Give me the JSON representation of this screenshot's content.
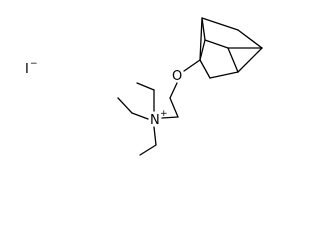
{
  "molecule": {
    "counterion": {
      "symbol": "I",
      "charge": "−"
    },
    "nitrogen": {
      "symbol": "N",
      "charge": "+"
    },
    "oxygen": {
      "symbol": "O"
    }
  }
}
